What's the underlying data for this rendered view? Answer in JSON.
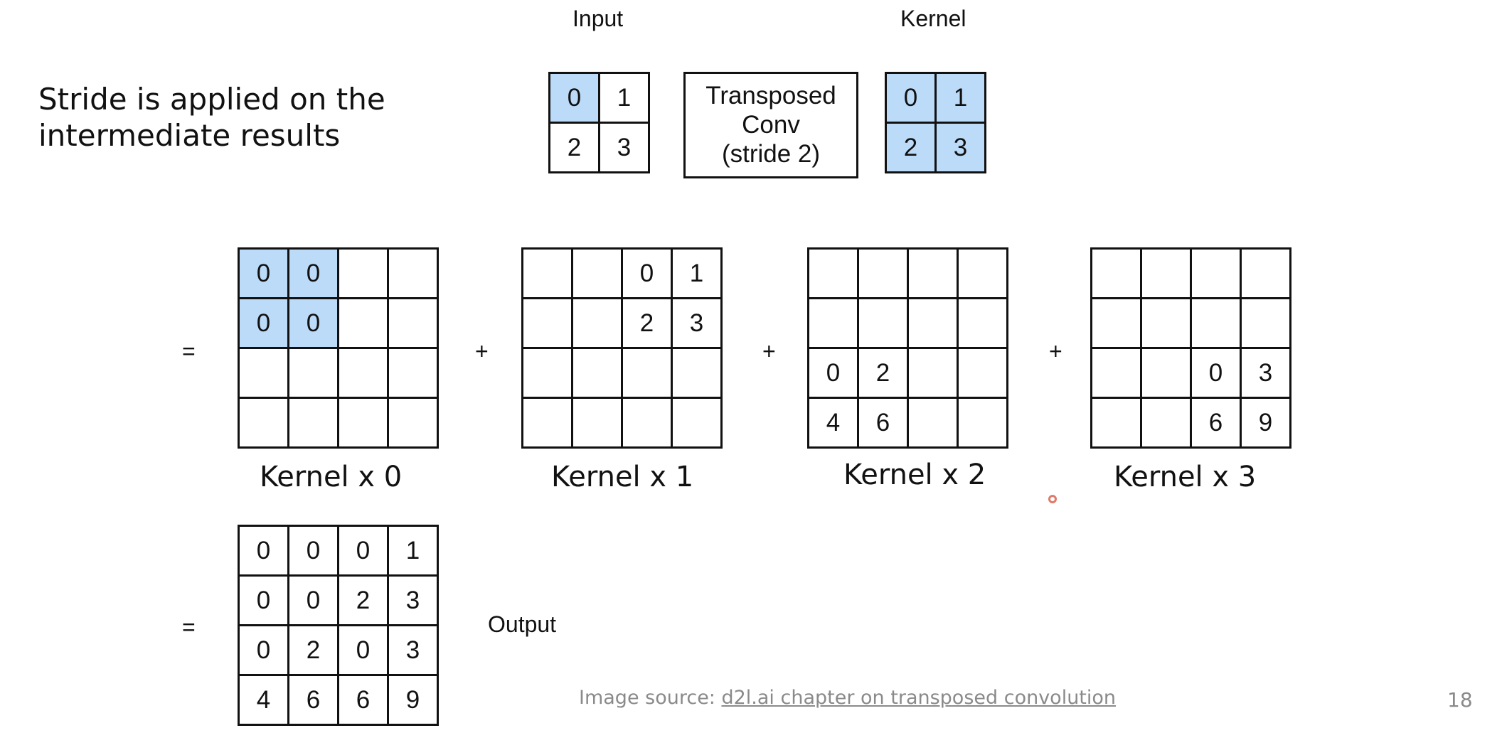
{
  "slide": {
    "title_line1": "Stride is applied on the",
    "title_line2": "intermediate results",
    "page_number": "18"
  },
  "top": {
    "input_label": "Input",
    "kernel_label": "Kernel",
    "input_grid": [
      [
        "0",
        "1"
      ],
      [
        "2",
        "3"
      ]
    ],
    "kernel_grid": [
      [
        "0",
        "1"
      ],
      [
        "2",
        "3"
      ]
    ],
    "conv_line1": "Transposed",
    "conv_line2": "Conv",
    "conv_line3": "(stride 2)"
  },
  "equals": "=",
  "plus": "+",
  "intermediates": [
    {
      "caption": "Kernel x 0",
      "cells": [
        [
          "0",
          "0",
          "",
          ""
        ],
        [
          "0",
          "0",
          "",
          ""
        ],
        [
          "",
          "",
          "",
          ""
        ],
        [
          "",
          "",
          "",
          ""
        ]
      ]
    },
    {
      "caption": "Kernel x 1",
      "cells": [
        [
          "",
          "",
          "0",
          "1"
        ],
        [
          "",
          "",
          "2",
          "3"
        ],
        [
          "",
          "",
          "",
          ""
        ],
        [
          "",
          "",
          "",
          ""
        ]
      ]
    },
    {
      "caption": "Kernel x 2",
      "cells": [
        [
          "",
          "",
          "",
          ""
        ],
        [
          "",
          "",
          "",
          ""
        ],
        [
          "0",
          "2",
          "",
          ""
        ],
        [
          "4",
          "6",
          "",
          ""
        ]
      ]
    },
    {
      "caption": "Kernel x 3",
      "cells": [
        [
          "",
          "",
          "",
          ""
        ],
        [
          "",
          "",
          "",
          ""
        ],
        [
          "",
          "",
          "0",
          "3"
        ],
        [
          "",
          "",
          "6",
          "9"
        ]
      ]
    }
  ],
  "output": {
    "label": "Output",
    "cells": [
      [
        "0",
        "0",
        "0",
        "1"
      ],
      [
        "0",
        "0",
        "2",
        "3"
      ],
      [
        "0",
        "2",
        "0",
        "3"
      ],
      [
        "4",
        "6",
        "6",
        "9"
      ]
    ]
  },
  "source": {
    "prefix": "Image source: ",
    "link_text": "d2l.ai chapter on transposed convolution"
  },
  "colors": {
    "highlight": "#bcdbf9",
    "border": "#111111",
    "muted_text": "#8a8a8a",
    "pointer_dot": "#e07a6a"
  }
}
